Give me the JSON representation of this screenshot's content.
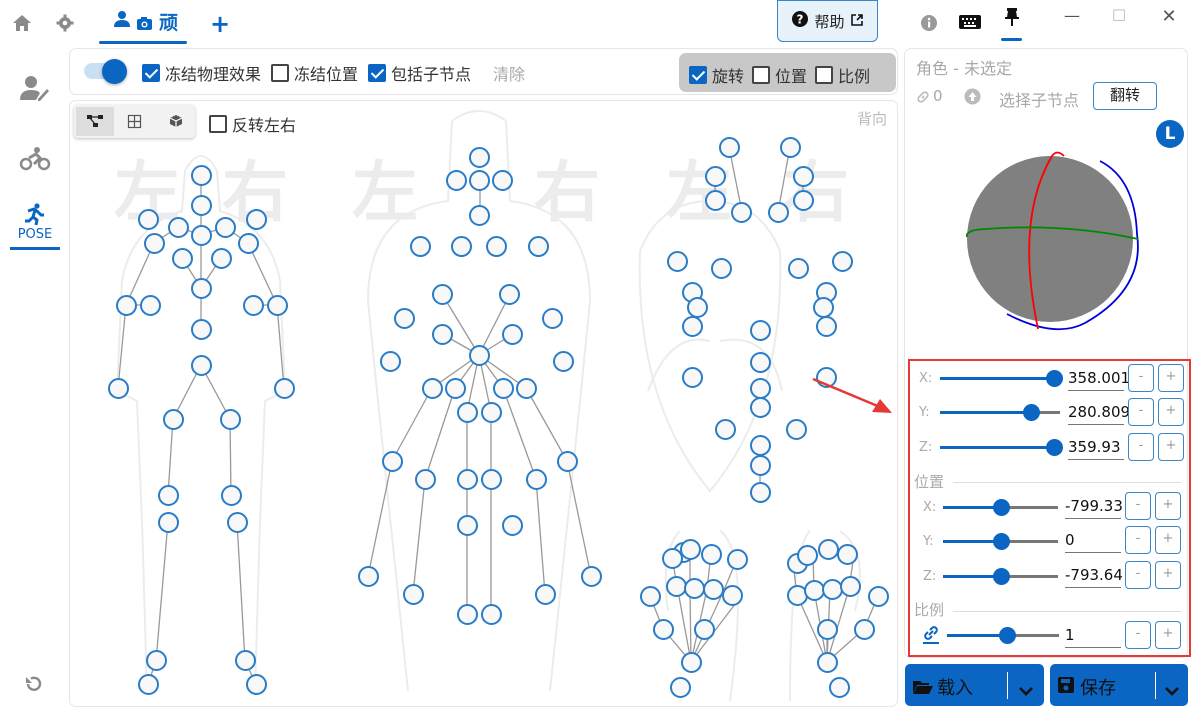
{
  "titlebar": {
    "home_icon": "home-icon",
    "settings_icon": "gear-icon",
    "active_tab": {
      "label": "顽",
      "icons": [
        "person-icon",
        "camera-icon"
      ]
    },
    "add_tab_icon": "plus-icon",
    "help_label": "帮助",
    "right_tabs": [
      "info-icon",
      "keyboard-icon",
      "pin-icon"
    ],
    "window_controls": {
      "minimize": "—",
      "maximize": "☐",
      "close": "✕"
    }
  },
  "sidebar": {
    "items": [
      {
        "icon": "user-edit-icon",
        "label": ""
      },
      {
        "icon": "bicycle-icon",
        "label": ""
      },
      {
        "icon": "running-icon",
        "label": "POSE",
        "active": true
      }
    ],
    "undo_icon": "undo-icon"
  },
  "toolbar": {
    "toggle_on": true,
    "freeze_physics": {
      "label": "冻结物理效果",
      "checked": true
    },
    "freeze_position": {
      "label": "冻结位置",
      "checked": false
    },
    "include_children": {
      "label": "包括子节点",
      "checked": true
    },
    "clear_label": "清除",
    "rotate": {
      "label": "旋转",
      "checked": true
    },
    "position": {
      "label": "位置",
      "checked": false
    },
    "scale": {
      "label": "比例",
      "checked": false
    }
  },
  "canvas": {
    "view_modes": [
      "skeleton-view-icon",
      "grid-view-icon",
      "cube-view-icon"
    ],
    "flip_lr": {
      "label": "反转左右",
      "checked": false
    },
    "back_label": "背向",
    "watermarks": [
      "左",
      "右",
      "左",
      "右",
      "左",
      "右"
    ]
  },
  "inspector": {
    "character_label": "角色 - 未选定",
    "link_count": "0",
    "select_children_label": "选择子节点",
    "flip_button": "翻转",
    "side_badge": "L",
    "rotation": {
      "x": {
        "label": "X:",
        "value": "358.001",
        "pct": 100
      },
      "y": {
        "label": "Y:",
        "value": "280.809",
        "pct": 78
      },
      "z": {
        "label": "Z:",
        "value": "359.93",
        "pct": 100
      }
    },
    "position_title": "位置",
    "position": {
      "x": {
        "label": "X:",
        "value": "-799.33",
        "pct": 50
      },
      "y": {
        "label": "Y:",
        "value": "0",
        "pct": 50
      },
      "z": {
        "label": "Z:",
        "value": "-793.64",
        "pct": 50
      }
    },
    "scale_title": "比例",
    "scale": {
      "value": "1",
      "pct": 50
    },
    "minus": "-",
    "plus": "+"
  },
  "actions": {
    "load_label": "载入",
    "save_label": "保存"
  },
  "colors": {
    "accent": "#0a66c2",
    "highlight_box": "#e53935",
    "arrow": "#e53935"
  }
}
